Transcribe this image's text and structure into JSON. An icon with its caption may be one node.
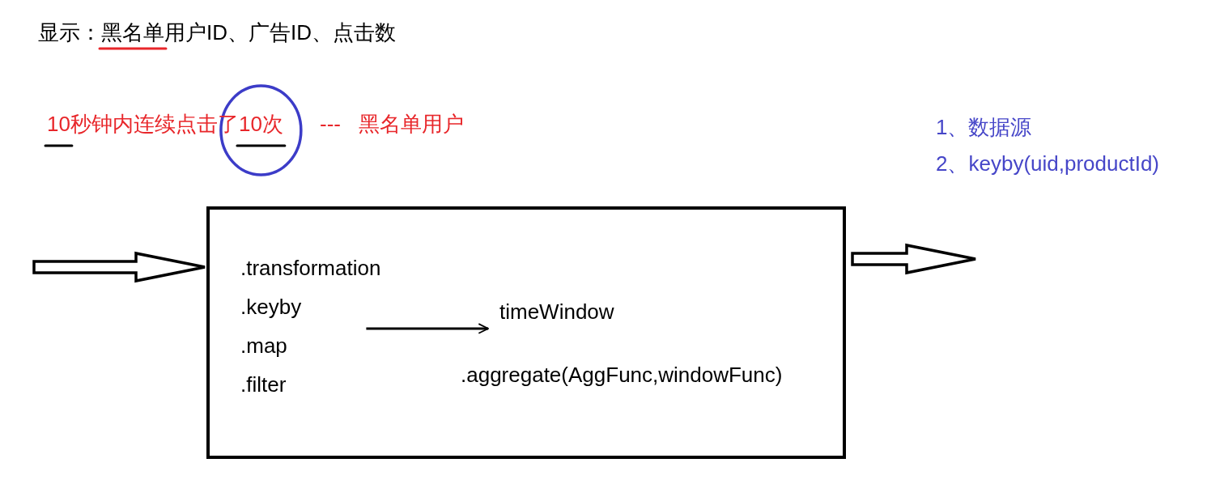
{
  "diagram": {
    "nodes": [
      {
        "text": [],
        "shape": "box"
      },
      {
        "text": [
          ".transformation",
          ".keyby",
          ".map",
          ".filter"
        ],
        "in": 0
      },
      {
        "text": [
          "timeWindow"
        ],
        "in": 0
      },
      {
        "text": [
          ".aggregate(AggFunc,windowFunc)"
        ],
        "in": 0
      }
    ],
    "edges": [
      {
        "from": null,
        "to": 0,
        "arrow": "to"
      },
      {
        "from": 1,
        "to": 2,
        "arrow": "to"
      },
      {
        "from": 0,
        "to": null,
        "arrow": "to"
      }
    ],
    "labels": [
      "显示：黑名单用户ID、广告ID、点击数",
      "10秒钟内连续点击了10次",
      "---",
      "黑名单用户",
      "1、数据源",
      "2、keyby(uid,productId)"
    ]
  }
}
